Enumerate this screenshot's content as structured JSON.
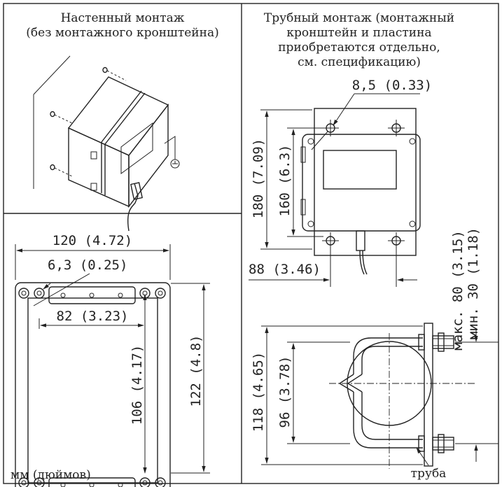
{
  "captions": {
    "wall_line1": "Настенный монтаж",
    "wall_line2": "(без монтажного кронштейна)",
    "pipe_line1": "Трубный монтаж (монтажный",
    "pipe_line2": "кронштейн и пластина",
    "pipe_line3": "приобретаются отдельно,",
    "pipe_line4": "см. спецификацию)"
  },
  "dimensions": {
    "hole_dia_bracket": "8,5 (0.33)",
    "bracket_height": "180 (7.09)",
    "plate_hole_spacing": "160 (6.3)",
    "bracket_hole_spacing": "88 (3.46)",
    "max_pipe": "макс. 80 (3.15)",
    "min_pipe": "мин. 30 (1.18)",
    "width_total": "120 (4.72)",
    "hole_dia_wall": "6,3 (0.25)",
    "hole_horizontal": "82 (3.23)",
    "hole_vertical": "106 (4.17)",
    "height_total": "122 (4.8)",
    "clamp_outer": "118 (4.65)",
    "clamp_inner": "96 (3.78)"
  },
  "labels": {
    "pipe": "труба",
    "units": "мм (дюймов)"
  }
}
